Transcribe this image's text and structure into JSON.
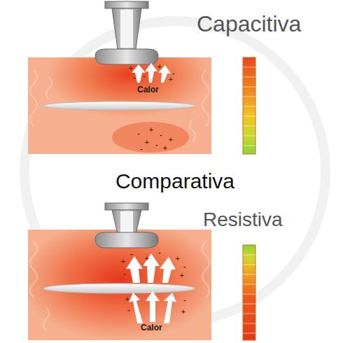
{
  "diagram": {
    "title": "Comparativa",
    "labels": [
      "Capacitiva",
      "Calor",
      "Resistiva",
      "Calor"
    ]
  }
}
